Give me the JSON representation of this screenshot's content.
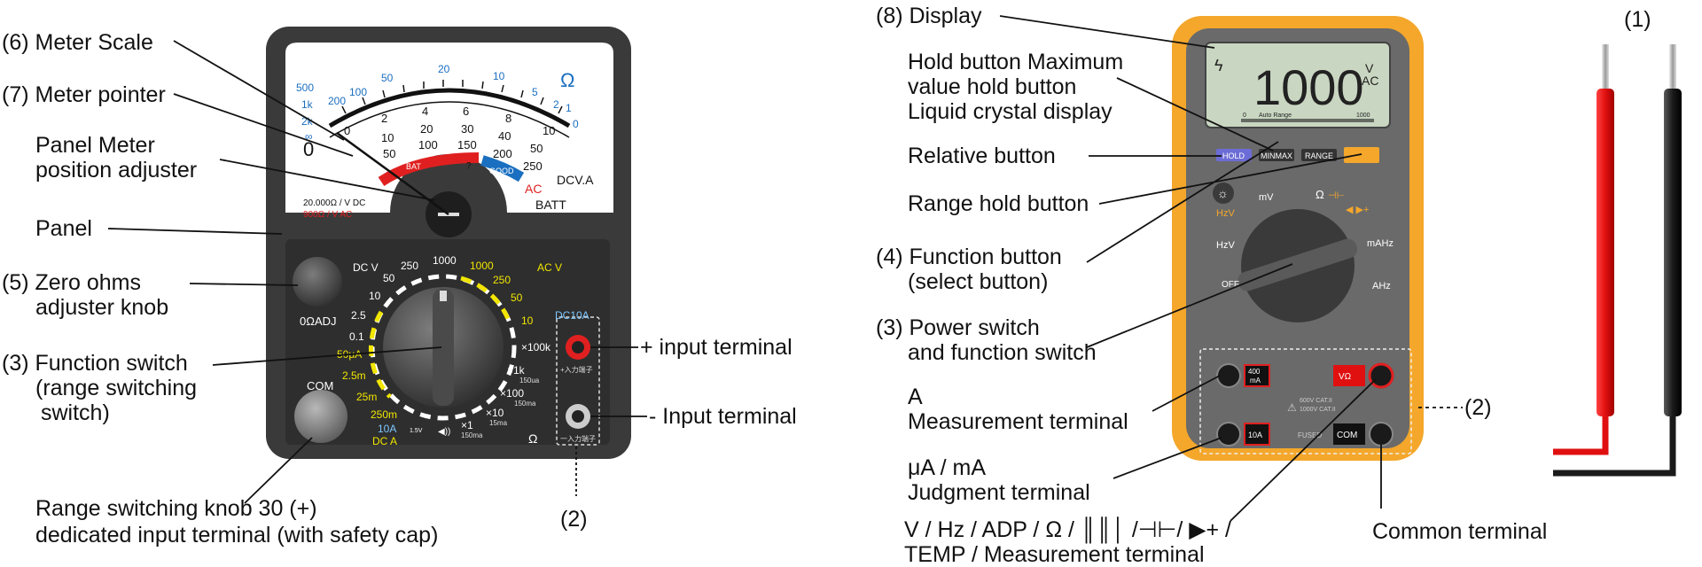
{
  "labels": {
    "meter_scale": "(6) Meter Scale",
    "meter_pointer": "(7) Meter pointer",
    "panel_meter_adj_1": "Panel Meter",
    "panel_meter_adj_2": "position adjuster",
    "panel": "Panel",
    "zero_ohms_1": "(5) Zero ohms",
    "zero_ohms_2": "adjuster knob",
    "function_switch_1": "(3) Function switch",
    "function_switch_2": "(range switching",
    "function_switch_3": "switch)",
    "plus_terminal": "+ input terminal",
    "minus_terminal": "- Input terminal",
    "range_knob_1": "Range switching knob 30 (+)",
    "range_knob_2": "dedicated input terminal (with safety cap)",
    "leads_num_analog": "(2)",
    "display": "(8) Display",
    "hold_1": "Hold button Maximum",
    "hold_2": "value hold button",
    "hold_3": "Liquid crystal display",
    "relative": "Relative button",
    "range_hold": "Range hold button",
    "function_button_1": "(4) Function button",
    "function_button_2": "(select button)",
    "power_switch_1": "(3) Power switch",
    "power_switch_2": "and function switch",
    "a_term_1": "A",
    "a_term_2": "Measurement terminal",
    "ua_term_1": "μA / mA",
    "ua_term_2": "Judgment terminal",
    "v_term_1": "V / Hz / ADP / Ω / ║║│ /⊣⊢/ ▶+ /",
    "v_term_2": "TEMP / Measurement terminal",
    "common_terminal": "Common terminal",
    "digital_terminals_num": "(2)",
    "test_leads_num": "(1)"
  },
  "analog": {
    "scale_ohm": [
      "500",
      "1k",
      "2k",
      "∞",
      "200",
      "100",
      "50",
      "20",
      "10",
      "5",
      "2",
      "1",
      "Ω",
      "0"
    ],
    "scale_dc": [
      "0",
      "2",
      "4",
      "6",
      "8",
      "10"
    ],
    "scale_dc2": [
      "10",
      "20",
      "30",
      "40",
      "50"
    ],
    "scale_dc3": [
      "50",
      "100",
      "150",
      "200",
      "250"
    ],
    "scale_words": {
      "dcva": "DCV.A",
      "ac": "AC",
      "batt": "BATT",
      "bat": "BAT",
      "good": "GOOD",
      "q": "?"
    },
    "sensitivity_1": "20.000Ω / V DC",
    "sensitivity_2": "900Ω / V AC",
    "dial": {
      "dcv": "DC V",
      "acv": "AC V",
      "dca": "DC A",
      "ohm_adj": "0ΩADJ",
      "com": "COM",
      "dc10a": "DC10A",
      "v250": "250",
      "v1000": "1000",
      "vy1000": "1000",
      "vy250": "250",
      "vy50": "50",
      "vy10": "10",
      "v50": "50",
      "v10": "10",
      "v2_5": "2.5",
      "v0_1": "0.1",
      "ua50": "50μA",
      "m2_5": "2.5m",
      "m25": "25m",
      "m250": "250m",
      "a10": "10A",
      "x1": "×1",
      "x1s": "150ma",
      "x10": "×10",
      "x10s": "15ma",
      "x100": "×100",
      "x100s": "150ma",
      "x1k": "×1k",
      "x1ks": "150ua",
      "x100k": "×100k",
      "ohm": "Ω",
      "plus_jp": "+入力端子",
      "minus_jp": "一入力端子",
      "batt_sym": "1.5V"
    }
  },
  "digital": {
    "lcd_value": "1000",
    "lcd_unit_v": "V",
    "lcd_unit_ac": "AC",
    "lcd_bar_0": "0",
    "lcd_auto": "Auto Range",
    "lcd_bar_1000": "1000",
    "btn_hold": "HOLD",
    "btn_minmax": "MINMAX",
    "btn_range": "RANGE",
    "dial_mv": "mV",
    "dial_ohm": "Ω",
    "dial_hzv_top": "HzV",
    "dial_hzv_left": "HzV",
    "dial_off": "OFF",
    "dial_mahz": "mAHz",
    "dial_ahz": "AHz",
    "term_400ma": "400\nmA",
    "term_10a": "10A",
    "term_vohm": "VΩ",
    "term_com": "COM",
    "warn_1": "600V CAT.II",
    "warn_2": "1000V CAT.II",
    "fused": "FUSED"
  },
  "colors": {
    "meter_body": "#3a3a3a",
    "accent_red": "#e02020",
    "accent_blue": "#1a6fc0",
    "accent_yellow": "#f2e600",
    "dmm_orange": "#f4a72b",
    "lcd_green": "#c9d6c1",
    "lead_red": "#e01010",
    "lead_black": "#1a1a1a"
  }
}
